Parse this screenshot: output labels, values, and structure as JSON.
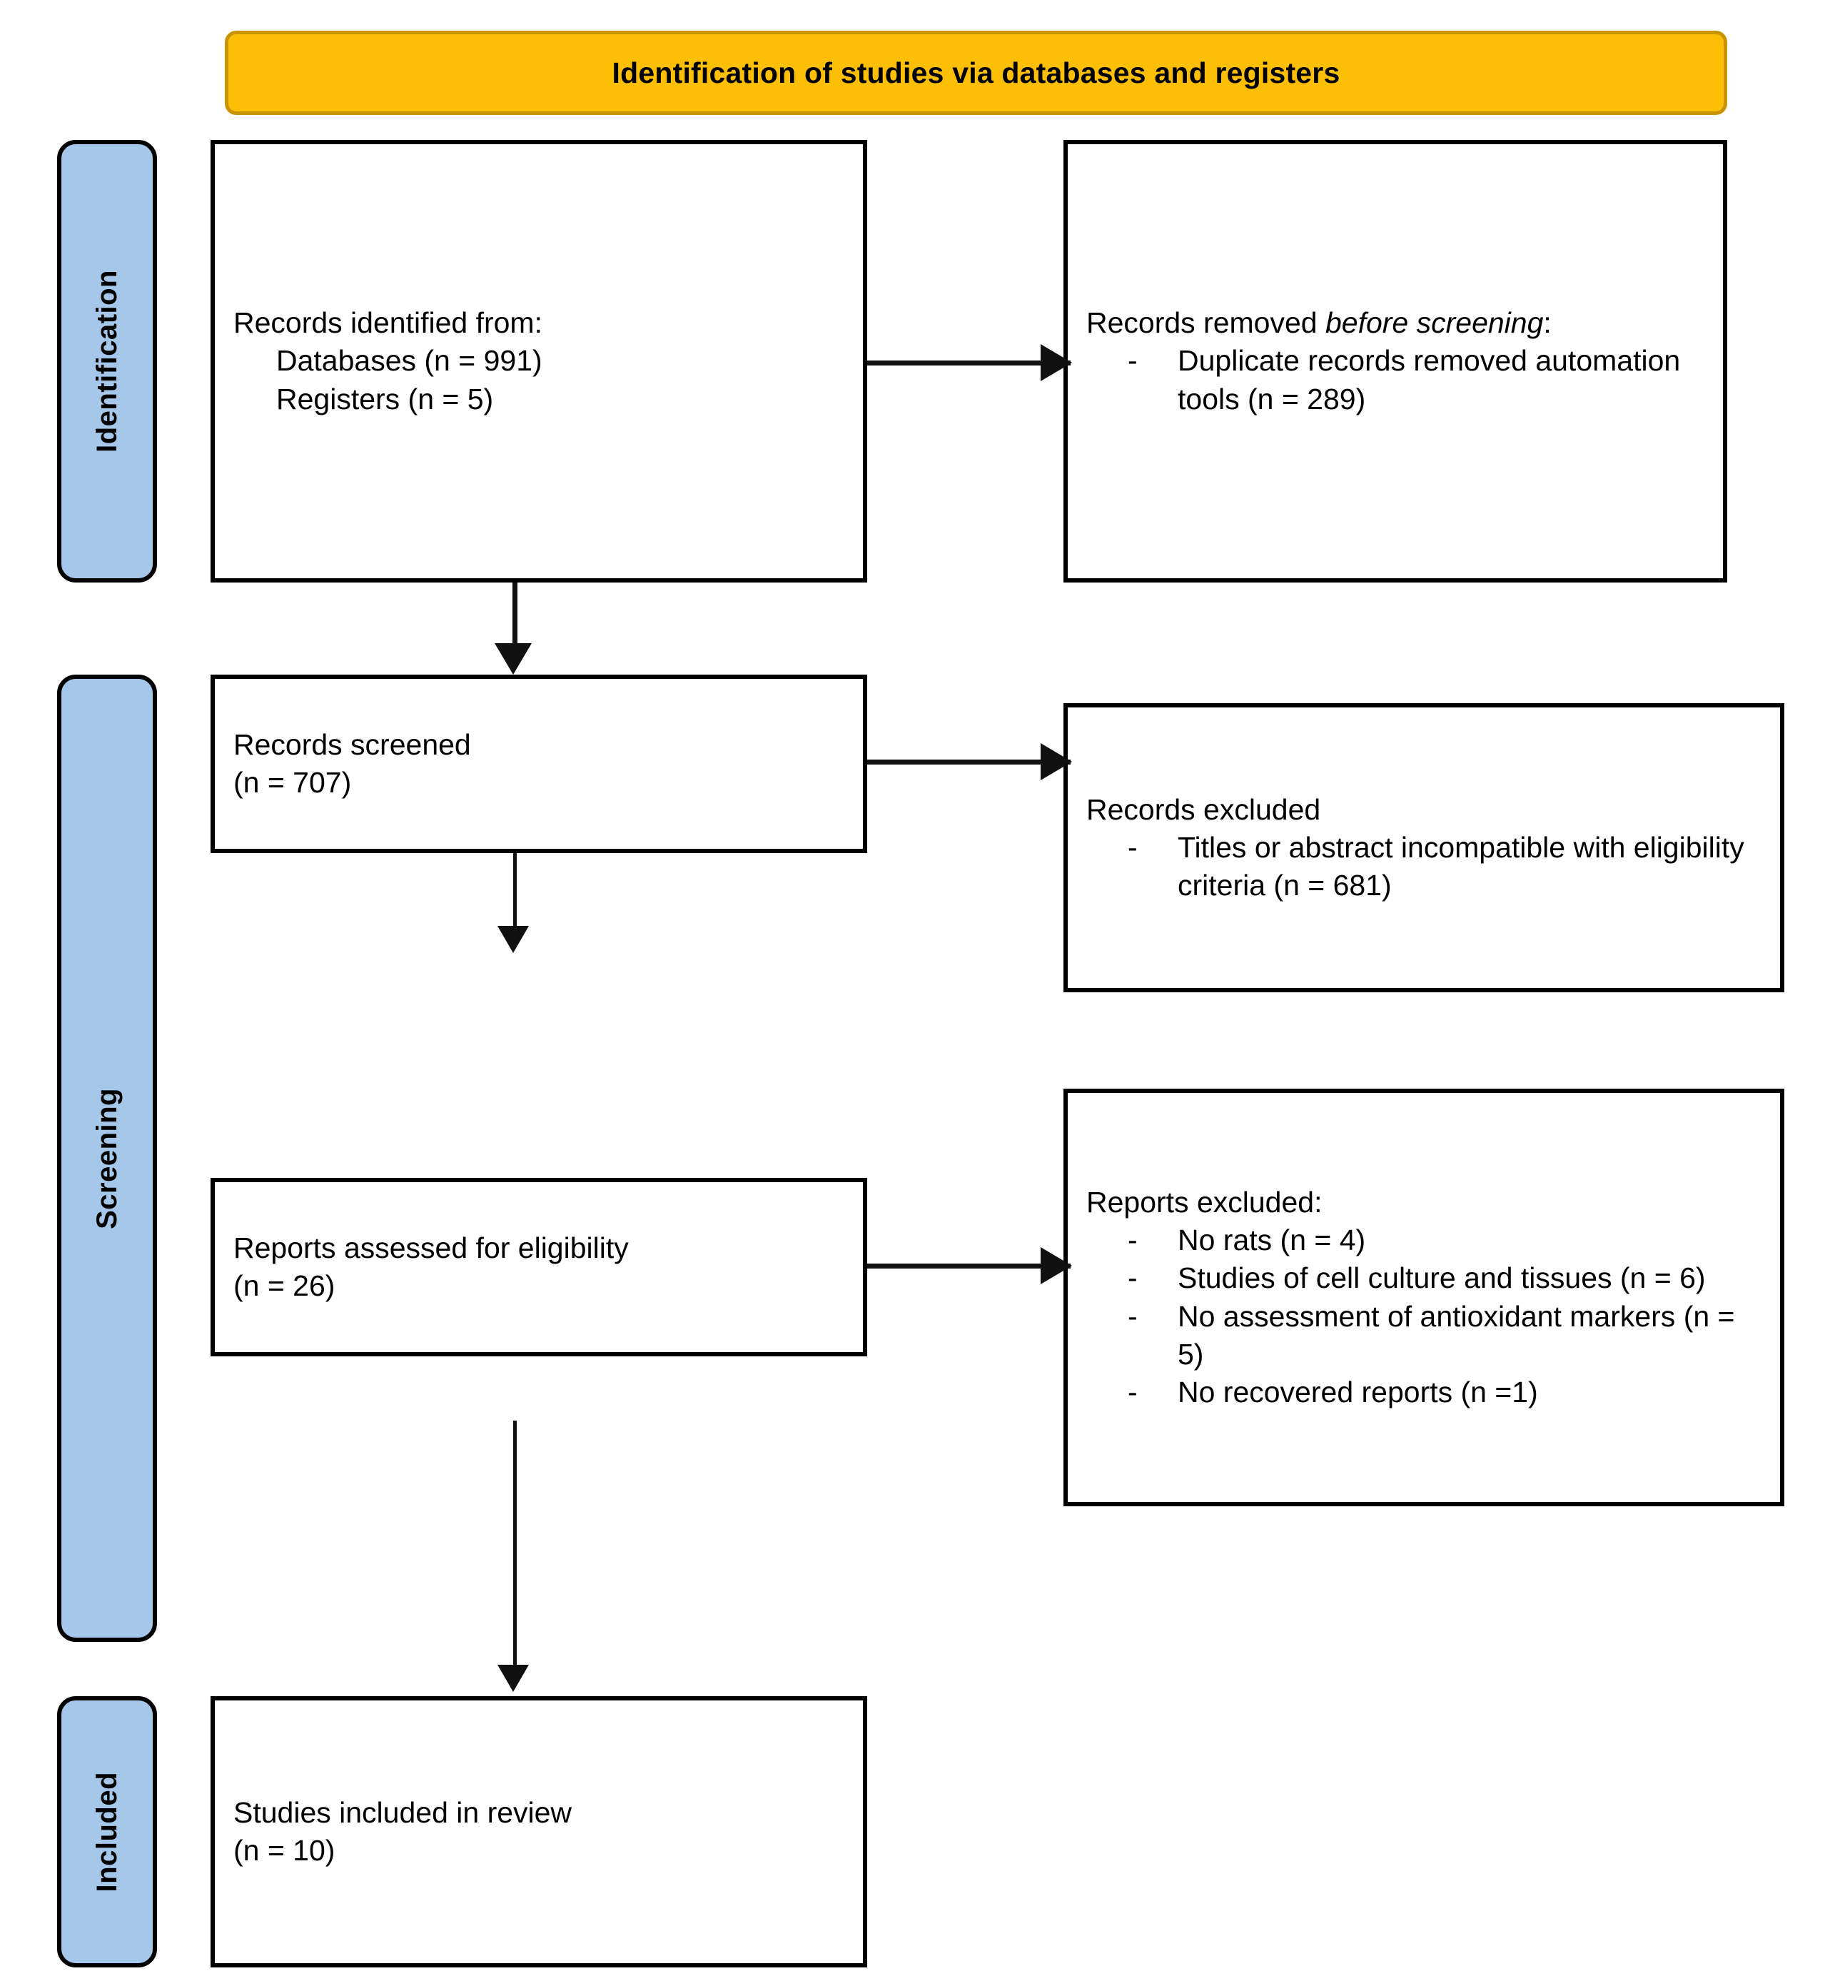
{
  "banner": {
    "title": "Identification of studies via databases and registers",
    "fill_color": "#FCBF06",
    "border_color": "#C99302"
  },
  "bands": {
    "fill_color": "#A5C7E9",
    "identification": {
      "label": "Identification"
    },
    "screening": {
      "label": "Screening"
    },
    "included": {
      "label": "Included"
    }
  },
  "boxes": {
    "identified": {
      "heading": "Records identified from:",
      "lines": [
        "Databases (n = 991)",
        "Registers (n = 5)"
      ]
    },
    "removed_before_screening": {
      "heading_prefix": "Records removed ",
      "heading_italic": "before screening",
      "heading_suffix": ":",
      "bullets": [
        "Duplicate records removed automation tools (n = 289)"
      ],
      "bullet_marker": "-"
    },
    "records_screened": {
      "heading": "Records screened",
      "count": "(n = 707)"
    },
    "records_excluded": {
      "heading": "Records excluded",
      "bullets": [
        "Titles or abstract incompatible with eligibility criteria (n = 681)"
      ],
      "bullet_marker": "-"
    },
    "reports_assessed": {
      "heading": "Reports assessed for eligibility",
      "count": "(n = 26)"
    },
    "reports_excluded": {
      "heading": "Reports excluded:",
      "bullets": [
        "No rats (n = 4)",
        "Studies of cell culture and tissues (n = 6)",
        "No assessment of antioxidant markers (n = 5)",
        "No recovered reports (n =1)"
      ],
      "bullet_marker": "-"
    },
    "studies_included": {
      "heading": "Studies included in review",
      "count": "(n = 10)"
    }
  },
  "connectors": {
    "identified_to_removed": "arrow-right",
    "identified_to_screened": "arrow-down",
    "screened_to_excluded": "arrow-right",
    "screened_to_eligibility": "arrow-down",
    "eligibility_to_reports_excluded": "arrow-right",
    "eligibility_to_included": "arrow-down"
  }
}
